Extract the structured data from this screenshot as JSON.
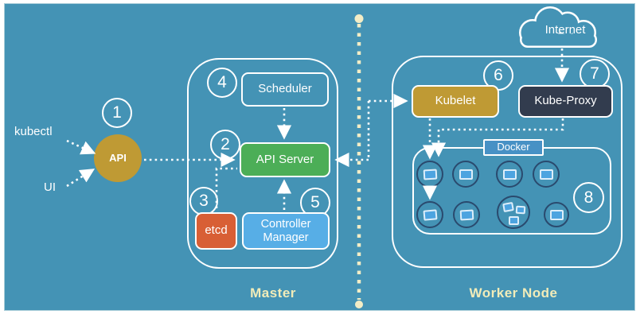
{
  "colors": {
    "background": "#4493b5",
    "gold": "#bf9a34",
    "green": "#4cae57",
    "orange": "#d85f35",
    "light_blue": "#57aee6",
    "dark_navy": "#323c4e",
    "docker_blue": "#4791c5",
    "pod_outline": "#2a4a6e",
    "container_blue": "#4da4e0",
    "label_cream": "#f1ecb9",
    "divider_cream": "#f3edc6",
    "line_white": "#ffffff"
  },
  "client": {
    "kubectl_label": "kubectl",
    "ui_label": "UI",
    "api_circle_label": "API"
  },
  "master": {
    "label": "Master",
    "scheduler_label": "Scheduler",
    "api_server_label": "API Server",
    "etcd_label": "etcd",
    "controller_manager_label": "Controller Manager"
  },
  "worker": {
    "label": "Worker Node",
    "kubelet_label": "Kubelet",
    "kube_proxy_label": "Kube-Proxy",
    "docker_label": "Docker",
    "pod_count": 8,
    "multi_container_pod_containers": 3
  },
  "internet": {
    "label": "Internet"
  },
  "steps": [
    {
      "label": "1"
    },
    {
      "label": "2"
    },
    {
      "label": "3"
    },
    {
      "label": "4"
    },
    {
      "label": "5"
    },
    {
      "label": "6"
    },
    {
      "label": "7"
    },
    {
      "label": "8"
    }
  ],
  "icons": {
    "cloud-icon": "outlined cloud",
    "pod-icon": "navy outlined circle",
    "container-icon": "blue rounded square"
  }
}
